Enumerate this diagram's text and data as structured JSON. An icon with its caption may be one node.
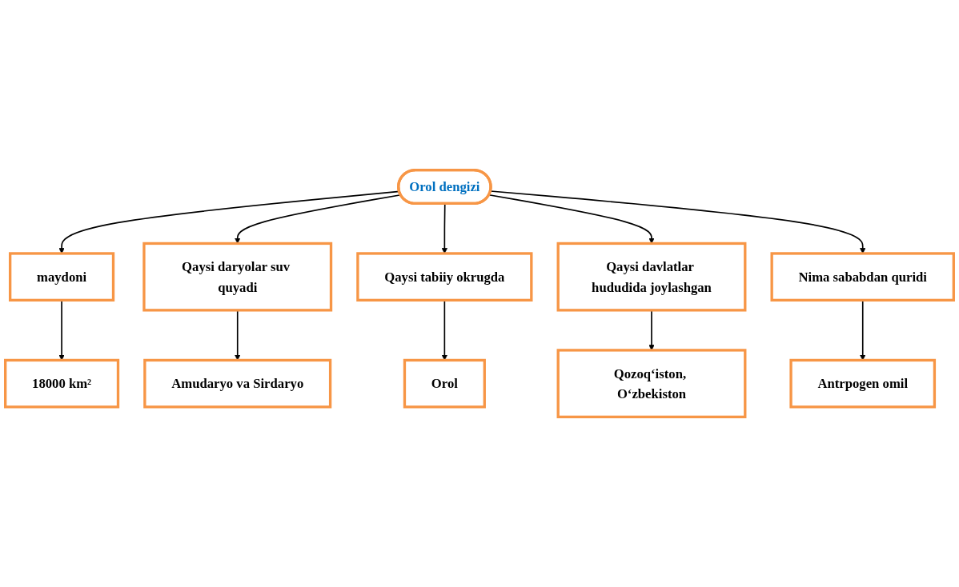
{
  "diagram": {
    "nodes": [
      {
        "text": [
          "18000 km²"
        ]
      },
      {
        "text": [
          "Amudaryo va Sirdaryo"
        ]
      },
      {
        "text": [
          "Orol"
        ]
      },
      {
        "text": [
          "maydoni"
        ]
      },
      {
        "text": [
          "Qaysi daryolar suv quyadi"
        ]
      },
      {
        "text": [
          "Qaysi tabiiy okrugda"
        ]
      },
      {
        "text": [
          "Qozoq‘iston, O‘zbekiston"
        ]
      },
      {
        "text": [
          "Orol dengizi"
        ]
      },
      {
        "text": [
          "Antrpogen omil"
        ]
      },
      {
        "text": [
          "Qaysi davlatlar hududida joylashgan"
        ]
      },
      {
        "text": [
          "Nima sababdan quridi"
        ]
      }
    ],
    "edges": [
      {
        "from": 7,
        "to": 3,
        "arrow": "to"
      },
      {
        "from": 7,
        "to": 4,
        "arrow": "to"
      },
      {
        "from": 7,
        "to": 5,
        "arrow": "to"
      },
      {
        "from": 7,
        "to": 9,
        "arrow": "to"
      },
      {
        "from": 7,
        "to": 10,
        "arrow": "to"
      },
      {
        "from": 3,
        "to": 0,
        "arrow": "to"
      },
      {
        "from": 4,
        "to": 1,
        "arrow": "to"
      },
      {
        "from": 5,
        "to": 2,
        "arrow": "to"
      },
      {
        "from": 9,
        "to": 6,
        "arrow": "to"
      },
      {
        "from": 10,
        "to": 8,
        "arrow": "to"
      }
    ]
  }
}
